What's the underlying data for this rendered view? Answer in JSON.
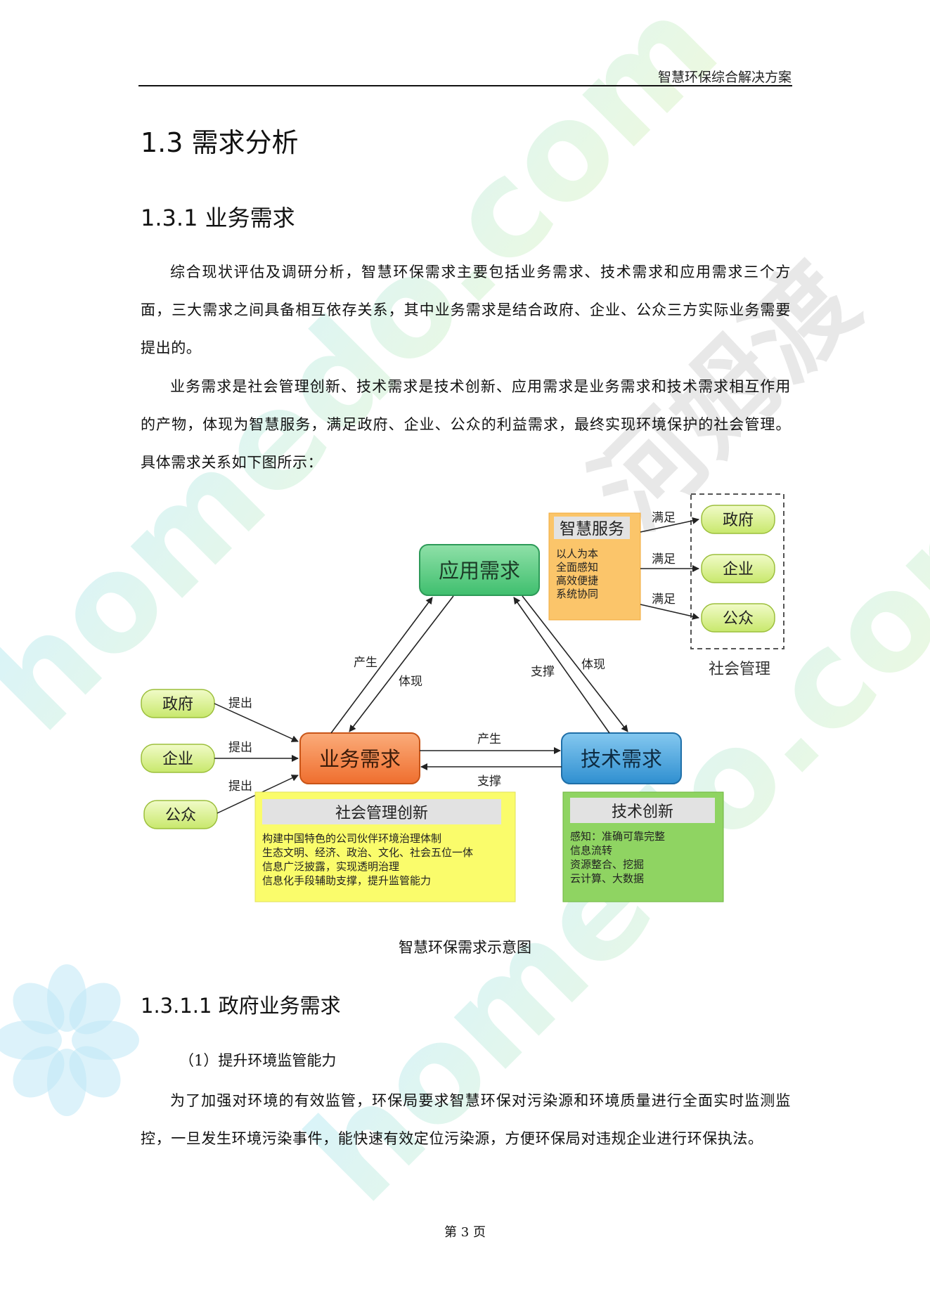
{
  "header": {
    "title": "智慧环保综合解决方案"
  },
  "section": {
    "title": "1.3  需求分析"
  },
  "subsection": {
    "title": "1.3.1  业务需求"
  },
  "paragraphs": [
    "综合现状评估及调研分析，智慧环保需求主要包括业务需求、技术需求和应用需求三个方面，三大需求之间具备相互依存关系，其中业务需求是结合政府、企业、公众三方实际业务需要提出的。",
    "业务需求是社会管理创新、技术需求是技术创新、应用需求是业务需求和技术需求相互作用的产物，体现为智慧服务，满足政府、企业、公众的利益需求，最终实现环境保护的社会管理。具体需求关系如下图所示："
  ],
  "diagram": {
    "app_need": "应用需求",
    "biz_need": "业务需求",
    "tech_need": "技术需求",
    "smart_service": {
      "title": "智慧服务",
      "items": [
        "以人为本",
        "全面感知",
        "高效便捷",
        "系统协同"
      ]
    },
    "social_mgmt": {
      "label": "社会管理",
      "entities": [
        "政府",
        "企业",
        "公众"
      ]
    },
    "left_entities": [
      "政府",
      "企业",
      "公众"
    ],
    "labels": {
      "satisfy": "满足",
      "propose": "提出",
      "produce": "产生",
      "embody": "体现",
      "support": "支撑"
    },
    "social_innovation": {
      "title": "社会管理创新",
      "items": [
        "构建中国特色的公司伙伴环境治理体制",
        "生态文明、经济、政治、文化、社会五位一体",
        "信息广泛披露，实现透明治理",
        "信息化手段辅助支撑，提升监管能力"
      ]
    },
    "tech_innovation": {
      "title": "技术创新",
      "items": [
        "感知：准确可靠完整",
        "信息流转",
        "资源整合、挖掘",
        "云计算、大数据"
      ]
    },
    "caption": "智慧环保需求示意图"
  },
  "subsubsection": {
    "title": "1.3.1.1  政府业务需求"
  },
  "subpoint": "（1）提升环境监管能力",
  "paragraph3": "为了加强对环境的有效监管，环保局要求智慧环保对污染源和环境质量进行全面实时监测监控，一旦发生环境污染事件，能快速有效定位污染源，方便环保局对违规企业进行环保执法。",
  "watermark": {
    "text1": "homedo.com",
    "text2": "河姆渡"
  },
  "footer": {
    "page": "第 3 页"
  },
  "colors": {
    "app_need": "#5fcf8a",
    "biz_need": "#f5894a",
    "tech_need": "#4fa9df",
    "entity": "#dff29a",
    "smart_service": "#fbc56a",
    "social_innovation": "#fafc6b",
    "tech_innovation": "#8fd462"
  }
}
